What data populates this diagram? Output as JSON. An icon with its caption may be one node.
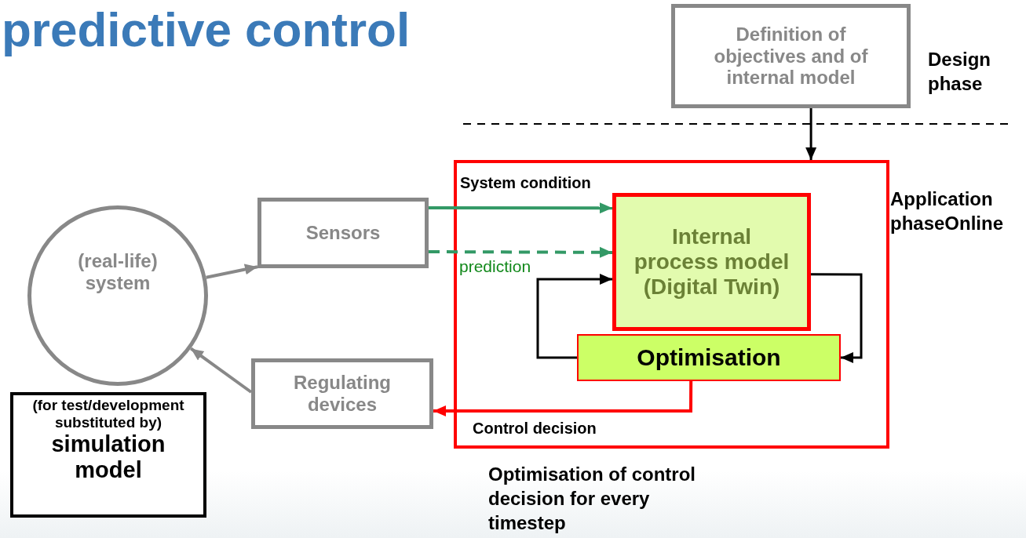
{
  "diagram": {
    "title": "predictive control",
    "nodes": [
      {
        "text": [
          "Definition of objectives and of internal model"
        ]
      },
      {
        "text": [],
        "shape": "box",
        "beside": [
          "Application phaseOnline",
          "Optimisation of control decision for every timestep"
        ]
      },
      {
        "text": [
          "Internal process model (Digital Twin)"
        ],
        "in": 1
      },
      {
        "text": [
          "Optimisation"
        ],
        "in": 1
      },
      {
        "text": [
          "Sensors"
        ]
      },
      {
        "text": [
          "(real-life) system"
        ]
      },
      {
        "text": [
          "(for test/development substituted by)",
          "simulation model"
        ]
      },
      {
        "text": [
          "Regulating devices"
        ]
      }
    ],
    "edges": [
      {
        "from": 0,
        "to": 1,
        "arrow": "to"
      },
      {
        "from": 4,
        "to": 2,
        "arrow": "to",
        "label": "System condition",
        "color": "#339966"
      },
      {
        "from": 4,
        "to": 2,
        "arrow": "to",
        "label": "prediction",
        "style": "dashed",
        "color": "#339966"
      },
      {
        "from": 3,
        "to": 2,
        "arrow": "to"
      },
      {
        "from": 2,
        "to": 3,
        "arrow": "to"
      },
      {
        "from": 3,
        "to": 7,
        "arrow": "to",
        "label": "Control decision",
        "color": "#ff0000"
      },
      {
        "from": 5,
        "to": 4,
        "arrow": "to",
        "color": "#888888"
      },
      {
        "from": 7,
        "to": 5,
        "arrow": "to",
        "color": "#888888"
      }
    ],
    "labels": [
      "Design phase"
    ]
  }
}
